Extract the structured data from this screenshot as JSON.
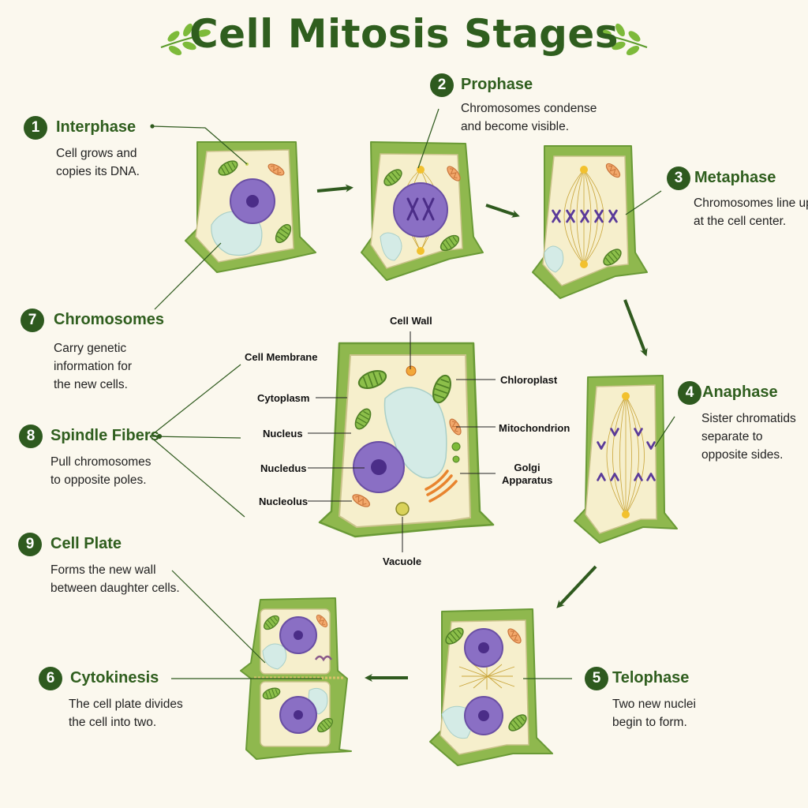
{
  "title": "Cell Mitosis Stages",
  "icons": {
    "leaf_left": "leaf-sprig-icon",
    "leaf_right": "leaf-sprig-icon"
  },
  "colors": {
    "title": "#2f5e1e",
    "badge": "#2e5a1f",
    "cell_wall": "#8fb84e",
    "cytoplasm": "#f6efcc",
    "nucleus": "#8a6fc4",
    "vacuole": "#d4ebe6",
    "chromosome": "#5a3a9a",
    "background": "#fbf8ee"
  },
  "stages": [
    {
      "num": "1",
      "name": "Interphase",
      "desc": [
        "Cell grows and",
        "copies its DNA."
      ]
    },
    {
      "num": "2",
      "name": "Prophase",
      "desc": [
        "Chromosomes condense",
        "and become visible."
      ]
    },
    {
      "num": "3",
      "name": "Metaphase",
      "desc": [
        "Chromosomes line up",
        "at the cell center."
      ]
    },
    {
      "num": "4",
      "name": "Anaphase",
      "desc": [
        "Sister chromatids",
        "separate to",
        "opposite sides."
      ]
    },
    {
      "num": "5",
      "name": "Telophase",
      "desc": [
        "Two new nuclei",
        "begin to form."
      ]
    },
    {
      "num": "6",
      "name": "Cytokinesis",
      "desc": [
        "The cell plate divides",
        "the cell into two."
      ]
    },
    {
      "num": "7",
      "name": "Chromosomes",
      "desc": [
        "Carry genetic",
        "information for",
        "the new cells."
      ]
    },
    {
      "num": "8",
      "name": "Spindle Fibers",
      "desc": [
        "Pull chromosomes",
        "to opposite poles."
      ]
    },
    {
      "num": "9",
      "name": "Cell Plate",
      "desc": [
        "Forms the new wall",
        "between daughter cells."
      ]
    }
  ],
  "cell_parts": {
    "cell_wall": "Cell Wall",
    "cell_membrane": "Cell Membrane",
    "cytoplasm": "Cytoplasm",
    "nucleus": "Nucleus",
    "nucleolus_1": "Nucledus",
    "nucleolus_2": "Nucleolus",
    "chloroplast": "Chloroplast",
    "mitochondrion": "Mitochondrion",
    "golgi": [
      "Golgi",
      "Apparatus"
    ],
    "vacuole": "Vacuole"
  }
}
